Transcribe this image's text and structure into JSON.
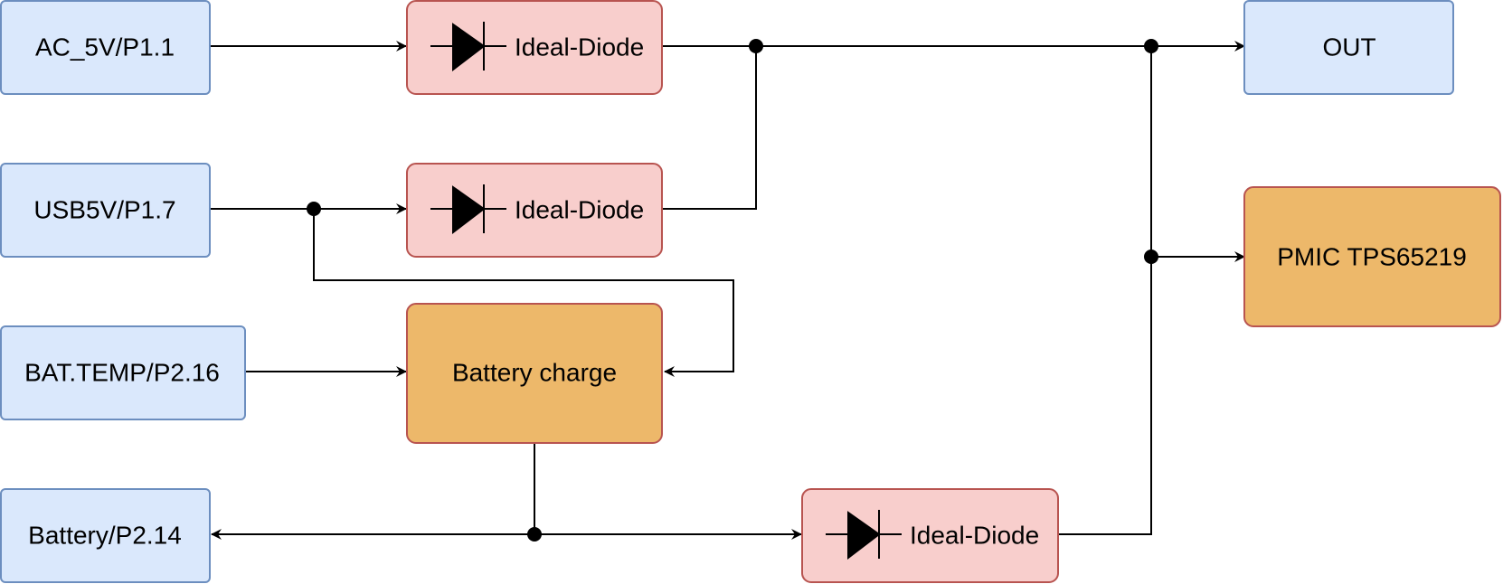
{
  "colors": {
    "input_fill": "#dae8fc",
    "input_stroke": "#6c8ebf",
    "diode_fill": "#f8cecc",
    "diode_stroke": "#b85450",
    "block_fill": "#edb86a",
    "block_stroke": "#b85450",
    "wire": "#000000"
  },
  "nodes": {
    "ac_5v": "AC_5V/P1.1",
    "usb5v": "USB5V/P1.7",
    "bat_temp": "BAT.TEMP/P2.16",
    "battery": "Battery/P2.14",
    "diode_1": "Ideal-Diode",
    "diode_2": "Ideal-Diode",
    "diode_3": "Ideal-Diode",
    "battery_charge": "Battery charge",
    "out": "OUT",
    "pmic": "PMIC TPS65219"
  }
}
